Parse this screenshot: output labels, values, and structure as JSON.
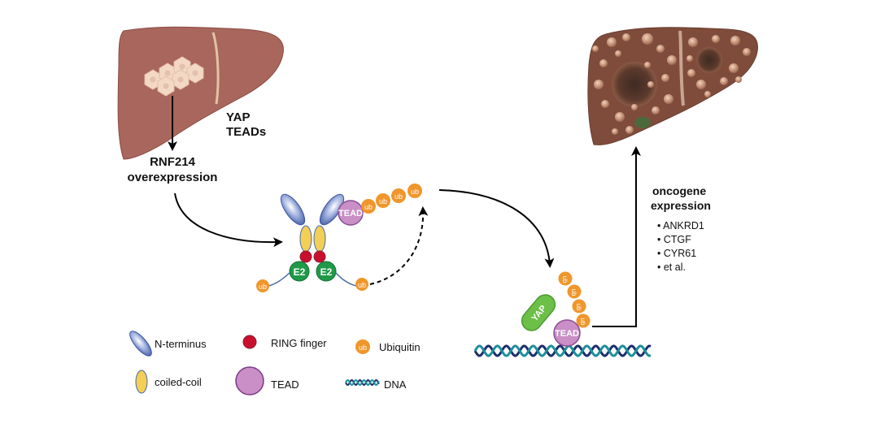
{
  "labels": {
    "yap": "YAP",
    "teads": "TEADs",
    "rnf214_line1": "RNF214",
    "rnf214_line2": "overexpression",
    "oncogene_line1": "oncogene",
    "oncogene_line2": "expression",
    "genes": [
      "• ANKRD1",
      "• CTGF",
      "• CYR61",
      "• et al."
    ]
  },
  "complex": {
    "e2": "E2",
    "tead": "TEAD",
    "ub": "ub"
  },
  "dna_complex": {
    "yap": "YAP",
    "tead": "TEAD",
    "ub": "ub"
  },
  "legend": {
    "n_terminus": "N-terminus",
    "ring_finger": "RING finger",
    "ubiquitin": "Ubiquitin",
    "ubiquitin_badge": "ub",
    "coiled_coil": "coiled-coil",
    "tead": "TEAD",
    "dna": "DNA"
  },
  "colors": {
    "liver": "#a9665c",
    "tumor_liver": "#7f4c3c",
    "n_terminus": "#6f86c4",
    "coiled_coil": "#f3cf56",
    "ring_finger": "#c8102e",
    "e2": "#1f9a48",
    "tead": "#c98fc6",
    "ubiquitin": "#f0962b",
    "yap": "#6cbf47",
    "dna_a": "#1b2f6e",
    "dna_b": "#1f8f9a"
  }
}
